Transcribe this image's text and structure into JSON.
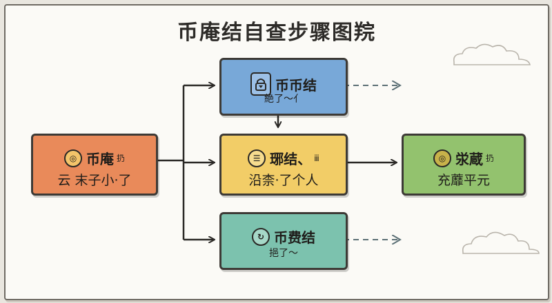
{
  "title": "币庵结自查步骤图羦",
  "nodes": {
    "start": {
      "icon": "coin-icon",
      "line1": "币庵",
      "suffix": "扔",
      "line2": "云 末子小·了",
      "color": "#e98a5a"
    },
    "top": {
      "icon": "lock-icon",
      "line1": "币币结",
      "suffix": "",
      "line2": "絶了～亻",
      "color": "#78a8d8"
    },
    "middle": {
      "icon": "list-icon",
      "line1": "琊结、",
      "suffix": "ⅲ",
      "line2": "沿柰·了个人",
      "color": "#f2cd67"
    },
    "bottom": {
      "icon": "refresh-icon",
      "line1": "币费结",
      "suffix": "",
      "line2": "挹了～",
      "color": "#7cc2ae"
    },
    "end": {
      "icon": "coin-icon",
      "line1": "泶蔵",
      "suffix": "扔",
      "line2": "充蘼平元",
      "color": "#93c26e"
    }
  },
  "connectors": [
    {
      "from": "start",
      "to": "top",
      "style": "solid"
    },
    {
      "from": "start",
      "to": "middle",
      "style": "solid"
    },
    {
      "from": "start",
      "to": "bottom",
      "style": "solid"
    },
    {
      "from": "top",
      "to": "middle",
      "style": "solid"
    },
    {
      "from": "middle",
      "to": "end",
      "style": "solid"
    },
    {
      "from": "top",
      "to": "offscreen",
      "style": "dashed"
    },
    {
      "from": "bottom",
      "to": "offscreen",
      "style": "dashed"
    }
  ]
}
